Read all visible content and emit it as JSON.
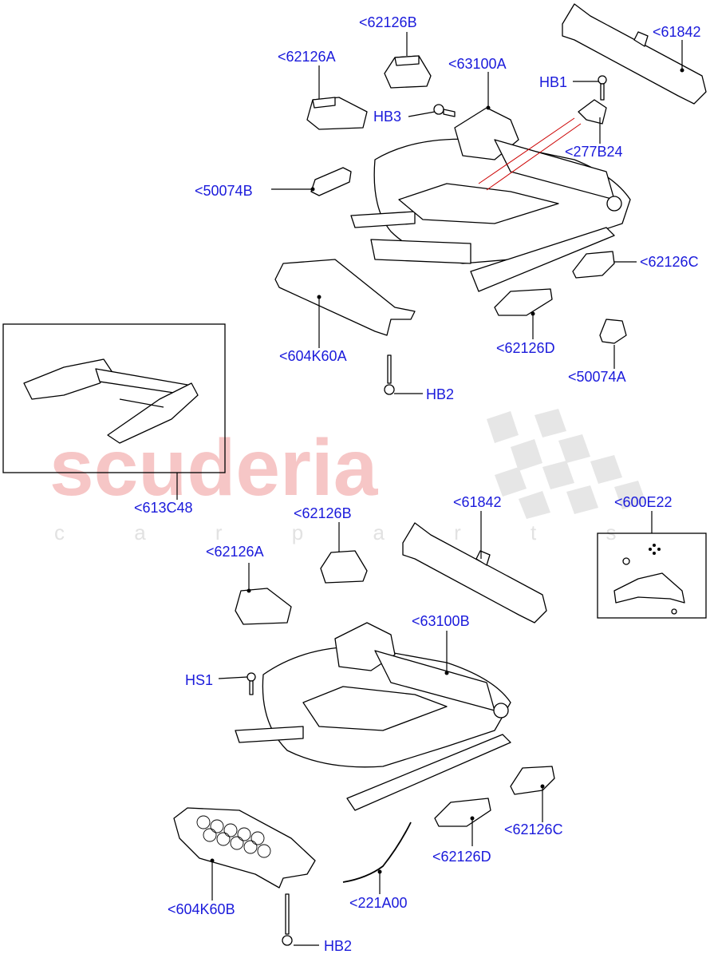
{
  "watermark": {
    "brand": "scuderia",
    "sub": "c a r   p a r t s"
  },
  "labels": {
    "p62126b_top": "<62126B",
    "p62126a_top": "<62126A",
    "p63100a": "<63100A",
    "p61842_top": "<61842",
    "hb1": "HB1",
    "hb3": "HB3",
    "p277b24": "<277B24",
    "p50074b": "<50074B",
    "p62126c_top": "<62126C",
    "p604k60a": "<604K60A",
    "p62126d_top": "<62126D",
    "p50074a": "<50074A",
    "hb2_top": "HB2",
    "p613c48": "<613C48",
    "p62126b_bot": "<62126B",
    "p61842_bot": "<61842",
    "p600e22": "<600E22",
    "p62126a_bot": "<62126A",
    "p63100b": "<63100B",
    "hs1": "HS1",
    "p62126c_bot": "<62126C",
    "p62126d_bot": "<62126D",
    "p604k60b": "<604K60B",
    "p221a00": "<221A00",
    "hb2_bot": "HB2"
  }
}
